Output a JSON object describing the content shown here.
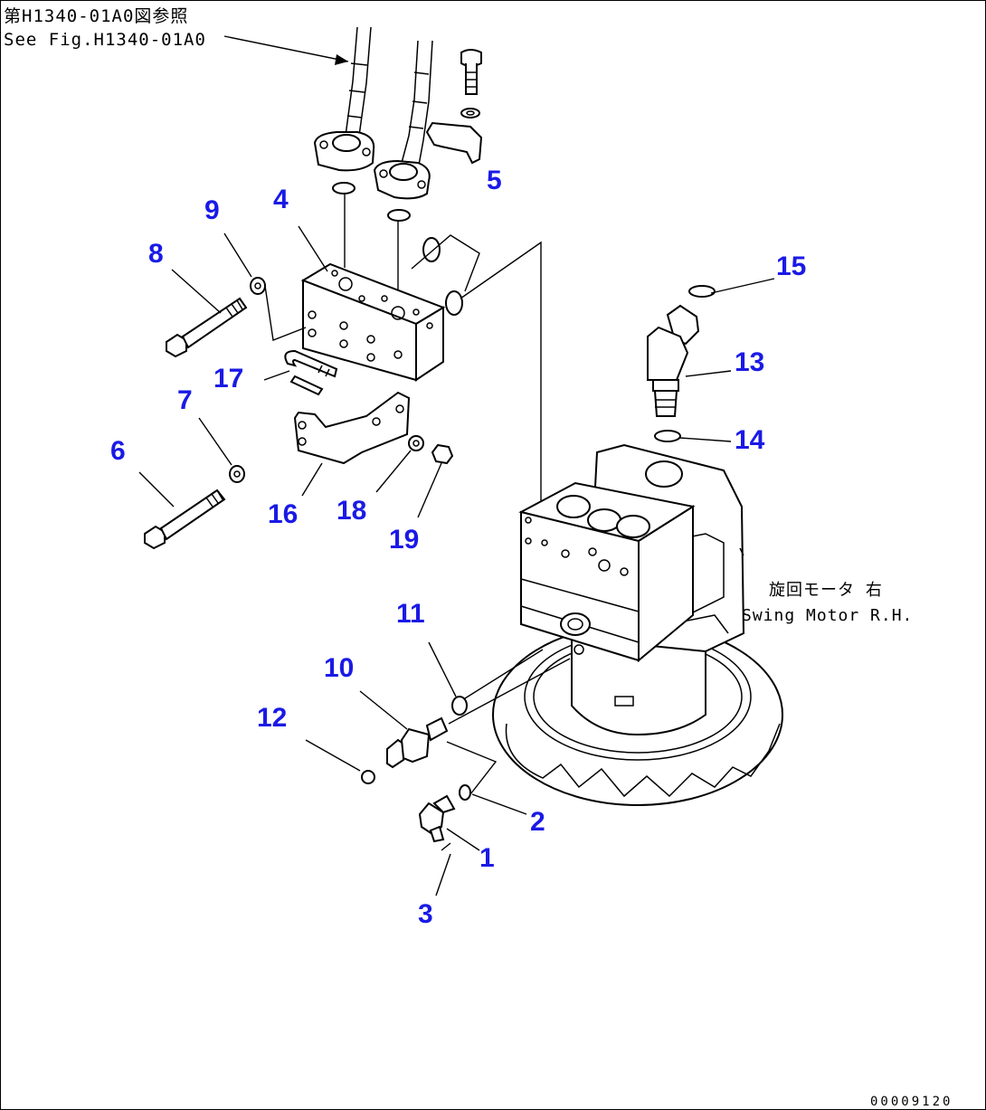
{
  "reference": {
    "line1": "第H1340-01A0図参照",
    "line2": "See Fig.H1340-01A0"
  },
  "motor_label": {
    "jp": "旋回モータ 右",
    "en": "Swing Motor R.H."
  },
  "callouts": [
    "1",
    "2",
    "3",
    "4",
    "5",
    "6",
    "7",
    "8",
    "9",
    "10",
    "11",
    "12",
    "13",
    "14",
    "15",
    "16",
    "17",
    "18",
    "19"
  ],
  "figure_code": "00009120",
  "colors": {
    "callout": "#1a1ae6",
    "line": "#000000",
    "background": "#ffffff"
  }
}
